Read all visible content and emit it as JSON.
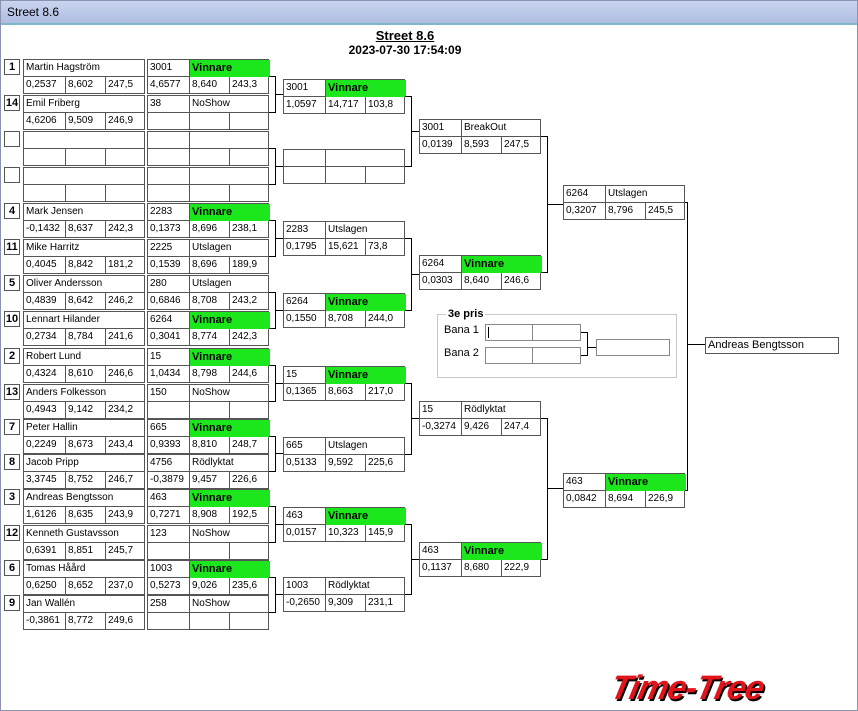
{
  "window": {
    "title": "Street 8.6"
  },
  "event": {
    "title": "Street 8.6",
    "datetime": "2023-07-30 17:54:09"
  },
  "round1": [
    {
      "seed": "1",
      "name": "Martin Hagström",
      "rt": "0,2537",
      "et": "8,602",
      "speed": "247,5"
    },
    {
      "seed": "14",
      "name": "Emil Friberg",
      "rt": "4,6206",
      "et": "9,509",
      "speed": "246,9"
    },
    {
      "seed": "",
      "name": "",
      "rt": "",
      "et": "",
      "speed": ""
    },
    {
      "seed": "",
      "name": "",
      "rt": "",
      "et": "",
      "speed": ""
    },
    {
      "seed": "4",
      "name": "Mark Jensen",
      "rt": "-0,1432",
      "et": "8,637",
      "speed": "242,3"
    },
    {
      "seed": "11",
      "name": "Mike Harritz",
      "rt": "0,4045",
      "et": "8,842",
      "speed": "181,2"
    },
    {
      "seed": "5",
      "name": "Oliver Andersson",
      "rt": "0,4839",
      "et": "8,642",
      "speed": "246,2"
    },
    {
      "seed": "10",
      "name": "Lennart Hilander",
      "rt": "0,2734",
      "et": "8,784",
      "speed": "241,6"
    },
    {
      "seed": "2",
      "name": "Robert Lund",
      "rt": "0,4324",
      "et": "8,610",
      "speed": "246,6"
    },
    {
      "seed": "13",
      "name": "Anders Folkesson",
      "rt": "0,4943",
      "et": "9,142",
      "speed": "234,2"
    },
    {
      "seed": "7",
      "name": "Peter Hallin",
      "rt": "0,2249",
      "et": "8,673",
      "speed": "243,4"
    },
    {
      "seed": "8",
      "name": "Jacob Pripp",
      "rt": "3,3745",
      "et": "8,752",
      "speed": "246,7"
    },
    {
      "seed": "3",
      "name": "Andreas Bengtsson",
      "rt": "1,6126",
      "et": "8,635",
      "speed": "243,9"
    },
    {
      "seed": "12",
      "name": "Kenneth Gustavsson",
      "rt": "0,6391",
      "et": "8,851",
      "speed": "245,7"
    },
    {
      "seed": "6",
      "name": "Tomas  Håård",
      "rt": "0,6250",
      "et": "8,652",
      "speed": "237,0"
    },
    {
      "seed": "9",
      "name": "Jan Wallén",
      "rt": "-0,3861",
      "et": "8,772",
      "speed": "249,6"
    }
  ],
  "round2": [
    {
      "num": "3001",
      "status": "Vinnare",
      "rt": "4,6577",
      "et": "8,640",
      "speed": "243,3",
      "win": true
    },
    {
      "num": "38",
      "status": "NoShow",
      "rt": "",
      "et": "",
      "speed": "",
      "win": false
    },
    {
      "num": "",
      "status": "",
      "rt": "",
      "et": "",
      "speed": "",
      "win": false
    },
    {
      "num": "",
      "status": "",
      "rt": "",
      "et": "",
      "speed": "",
      "win": false
    },
    {
      "num": "2283",
      "status": "Vinnare",
      "rt": "0,1373",
      "et": "8,696",
      "speed": "238,1",
      "win": true
    },
    {
      "num": "2225",
      "status": "Utslagen",
      "rt": "0,1539",
      "et": "8,696",
      "speed": "189,9",
      "win": false
    },
    {
      "num": "280",
      "status": "Utslagen",
      "rt": "0,6846",
      "et": "8,708",
      "speed": "243,2",
      "win": false
    },
    {
      "num": "6264",
      "status": "Vinnare",
      "rt": "0,3041",
      "et": "8,774",
      "speed": "242,3",
      "win": true
    },
    {
      "num": "15",
      "status": "Vinnare",
      "rt": "1,0434",
      "et": "8,798",
      "speed": "244,6",
      "win": true
    },
    {
      "num": "150",
      "status": "NoShow",
      "rt": "",
      "et": "",
      "speed": "",
      "win": false
    },
    {
      "num": "665",
      "status": "Vinnare",
      "rt": "0,9393",
      "et": "8,810",
      "speed": "248,7",
      "win": true
    },
    {
      "num": "4756",
      "status": "Rödlyktat",
      "rt": "-0,3879",
      "et": "9,457",
      "speed": "226,6",
      "win": false
    },
    {
      "num": "463",
      "status": "Vinnare",
      "rt": "0,7271",
      "et": "8,908",
      "speed": "192,5",
      "win": true
    },
    {
      "num": "123",
      "status": "NoShow",
      "rt": "",
      "et": "",
      "speed": "",
      "win": false
    },
    {
      "num": "1003",
      "status": "Vinnare",
      "rt": "0,5273",
      "et": "9,026",
      "speed": "235,6",
      "win": true
    },
    {
      "num": "258",
      "status": "NoShow",
      "rt": "",
      "et": "",
      "speed": "",
      "win": false
    }
  ],
  "round3": [
    {
      "num": "3001",
      "status": "Vinnare",
      "rt": "1,0597",
      "et": "14,717",
      "speed": "103,8",
      "win": true
    },
    {
      "num": "",
      "status": "",
      "rt": "",
      "et": "",
      "speed": "",
      "win": false
    },
    {
      "num": "2283",
      "status": "Utslagen",
      "rt": "0,1795",
      "et": "15,621",
      "speed": "73,8",
      "win": false
    },
    {
      "num": "6264",
      "status": "Vinnare",
      "rt": "0,1550",
      "et": "8,708",
      "speed": "244,0",
      "win": true
    },
    {
      "num": "15",
      "status": "Vinnare",
      "rt": "0,1365",
      "et": "8,663",
      "speed": "217,0",
      "win": true
    },
    {
      "num": "665",
      "status": "Utslagen",
      "rt": "0,5133",
      "et": "9,592",
      "speed": "225,6",
      "win": false
    },
    {
      "num": "463",
      "status": "Vinnare",
      "rt": "0,0157",
      "et": "10,323",
      "speed": "145,9",
      "win": true
    },
    {
      "num": "1003",
      "status": "Rödlyktat",
      "rt": "-0,2650",
      "et": "9,309",
      "speed": "231,1",
      "win": false
    }
  ],
  "round4": [
    {
      "num": "3001",
      "status": "BreakOut",
      "rt": "0,0139",
      "et": "8,593",
      "speed": "247,5",
      "win": false
    },
    {
      "num": "6264",
      "status": "Vinnare",
      "rt": "0,0303",
      "et": "8,640",
      "speed": "246,6",
      "win": true
    },
    {
      "num": "15",
      "status": "Rödlyktat",
      "rt": "-0,3274",
      "et": "9,426",
      "speed": "247,4",
      "win": false
    },
    {
      "num": "463",
      "status": "Vinnare",
      "rt": "0,1137",
      "et": "8,680",
      "speed": "222,9",
      "win": true
    }
  ],
  "round5": [
    {
      "num": "6264",
      "status": "Utslagen",
      "rt": "0,3207",
      "et": "8,796",
      "speed": "245,5",
      "win": false
    },
    {
      "num": "463",
      "status": "Vinnare",
      "rt": "0,0842",
      "et": "8,694",
      "speed": "226,9",
      "win": true
    }
  ],
  "winner": "Andreas Bengtsson",
  "third_place": {
    "title": "3e pris",
    "lane1": "Bana 1",
    "lane2": "Bana 2"
  },
  "logo": "Time-Tree",
  "colors": {
    "winner_bg": "#1ce61c",
    "title_bar": "#b8c6e8"
  }
}
